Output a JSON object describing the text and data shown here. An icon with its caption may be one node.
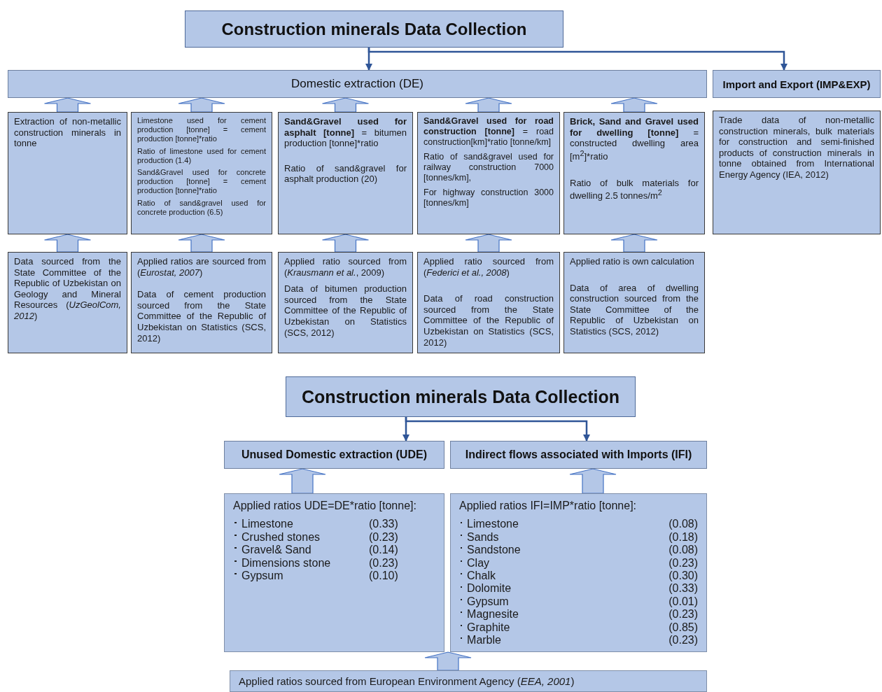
{
  "diagram": {
    "nodes": [
      {
        "text": [
          "Construction minerals Data Collection"
        ]
      },
      {
        "text": [
          "Domestic extraction (DE)"
        ]
      },
      {
        "text": [
          "Import and Export (IMP&EXP)"
        ]
      },
      {
        "text": [
          "Extraction of non-metallic construction minerals in tonne"
        ]
      },
      {
        "text": [
          "Limestone used for cement production [tonne] = cement production [tonne]*ratio",
          "Ratio of limestone used for cement production (1.4)",
          "Sand&Gravel used for concrete production [tonne] = cement production [tonne]*ratio",
          "Ratio of sand&gravel used for concrete production (6.5)"
        ]
      },
      {
        "text": [
          "**Sand&Gravel used for asphalt [tonne]** = bitumen production [tonne]*ratio",
          "Ratio of sand&gravel for asphalt production (20)"
        ]
      },
      {
        "text": [
          "**Sand&Gravel used for road construction [tonne]** = road construction[km]*ratio [tonne/km]",
          "Ratio of sand&gravel used for railway construction 7000 [tonnes/km],",
          "For highway construction 3000 [tonnes/km]"
        ]
      },
      {
        "text": [
          "**Brick, Sand and Gravel used for dwelling [tonne]** = constructed dwelling area [m$^{2}$]*ratio",
          "Ratio of bulk materials for dwelling 2.5 tonnes/m$^{2}$"
        ]
      },
      {
        "text": [
          "Trade data of non-metallic construction minerals, bulk materials for construction and semi-finished products of construction minerals in tonne obtained from International Energy Agency (IEA, 2012)"
        ]
      },
      {
        "text": [
          "Data sourced from the State Committee of the Republic of Uzbekistan on Geology and Mineral Resources (*UzGeolCom, 2012*)"
        ]
      },
      {
        "text": [
          "Applied ratios are sourced from (*Eurostat, 2007*)",
          "Data of cement production sourced from the State Committee of the Republic of Uzbekistan on Statistics (SCS, 2012)"
        ]
      },
      {
        "text": [
          "Applied ratio sourced from (*Krausmann et al.*, 2009)",
          "Data of bitumen production sourced from the State Committee of the Republic of Uzbekistan on Statistics (SCS, 2012)"
        ]
      },
      {
        "text": [
          "Applied ratio sourced from (*Federici et al., 2008*)",
          "Data of road construction sourced from the State Committee of the Republic of Uzbekistan on Statistics (SCS, 2012)"
        ]
      },
      {
        "text": [
          "Applied ratio is own calculation",
          "Data of area of dwelling construction sourced from the State Committee of the Republic of Uzbekistan on Statistics (SCS, 2012)"
        ]
      },
      {
        "text": [
          "Construction minerals Data Collection"
        ]
      },
      {
        "text": [
          "Unused Domestic extraction (UDE)"
        ]
      },
      {
        "text": [
          "Indirect flows associated with Imports (IFI)"
        ]
      },
      {
        "text": [
          "Applied ratios UDE=DE*ratio [tonne]:",
          "Limestone",
          "(0.33)",
          "Crushed stones",
          "(0.23)",
          "Gravel& Sand",
          "(0.14)",
          "Dimensions stone",
          "(0.23)",
          "Gypsum",
          "(0.10)"
        ]
      },
      {
        "text": [
          "Applied ratios IFI=IMP*ratio [tonne]:",
          "Limestone",
          "(0.08)",
          "Sands",
          "(0.18)",
          "Sandstone",
          "(0.08)",
          "Clay",
          "(0.23)",
          "Chalk",
          "(0.30)",
          "Dolomite",
          "(0.33)",
          "Gypsum",
          "(0.01)",
          "Magnesite",
          "(0.23)",
          "Graphite",
          "(0.85)",
          "Marble",
          "(0.23)"
        ]
      },
      {
        "text": [
          "Applied ratios sourced from European Environment Agency (*EEA, 2001*)"
        ]
      }
    ],
    "edges": [
      {
        "from": 0,
        "to": 1,
        "arrow": "to",
        "color": "#2f5597"
      },
      {
        "from": 0,
        "to": 2,
        "arrow": "to",
        "color": "#2f5597"
      },
      {
        "from": 3,
        "to": 1,
        "arrow": "to",
        "style": "thick"
      },
      {
        "from": 4,
        "to": 1,
        "arrow": "to",
        "style": "thick"
      },
      {
        "from": 5,
        "to": 1,
        "arrow": "to",
        "style": "thick"
      },
      {
        "from": 6,
        "to": 1,
        "arrow": "to",
        "style": "thick"
      },
      {
        "from": 7,
        "to": 1,
        "arrow": "to",
        "style": "thick"
      },
      {
        "from": 9,
        "to": 3,
        "arrow": "to",
        "style": "thick"
      },
      {
        "from": 10,
        "to": 4,
        "arrow": "to",
        "style": "thick"
      },
      {
        "from": 11,
        "to": 5,
        "arrow": "to",
        "style": "thick"
      },
      {
        "from": 12,
        "to": 6,
        "arrow": "to",
        "style": "thick"
      },
      {
        "from": 13,
        "to": 7,
        "arrow": "to",
        "style": "thick"
      },
      {
        "from": 14,
        "to": 15,
        "arrow": "to",
        "color": "#2f5597"
      },
      {
        "from": 14,
        "to": 16,
        "arrow": "to",
        "color": "#2f5597"
      },
      {
        "from": 17,
        "to": 15,
        "arrow": "to",
        "style": "thick"
      },
      {
        "from": 18,
        "to": 16,
        "arrow": "to",
        "style": "thick"
      },
      {
        "from": 19,
        "to": 17,
        "arrow": "to",
        "style": "thick"
      },
      {
        "from": 19,
        "to": 18,
        "arrow": "to",
        "style": "thick"
      }
    ]
  }
}
